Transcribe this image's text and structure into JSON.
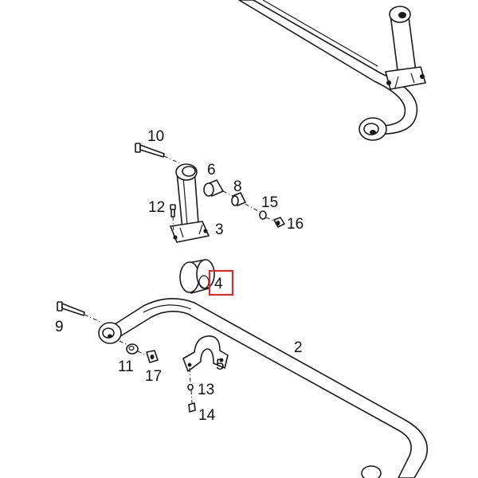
{
  "labels": {
    "p2": "2",
    "p3": "3",
    "p4": "4",
    "p5": "5",
    "p6": "6",
    "p8": "8",
    "p9": "9",
    "p10": "10",
    "p11": "11",
    "p12": "12",
    "p13": "13",
    "p14": "14",
    "p15": "15",
    "p16": "16",
    "p17": "17"
  },
  "highlighted_part": "4",
  "colors": {
    "line": "#1a1a1a",
    "background": "#ffffff",
    "highlight": "#d32f2f"
  }
}
